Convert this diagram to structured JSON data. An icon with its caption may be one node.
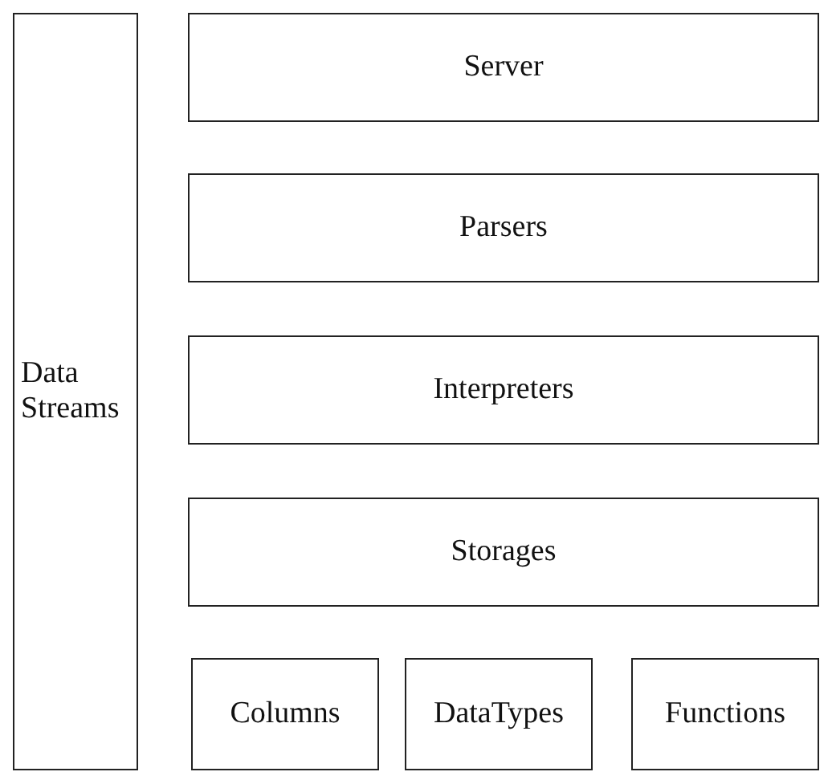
{
  "diagram": {
    "nodes": [
      {
        "text": [
          "Data Streams"
        ]
      },
      {
        "text": [
          "Server"
        ]
      },
      {
        "text": [
          "Parsers"
        ]
      },
      {
        "text": [
          "Interpreters"
        ]
      },
      {
        "text": [
          "Storages"
        ]
      },
      {
        "text": [
          "Columns"
        ]
      },
      {
        "text": [
          "DataTypes"
        ]
      },
      {
        "text": [
          "Functions"
        ]
      }
    ]
  }
}
